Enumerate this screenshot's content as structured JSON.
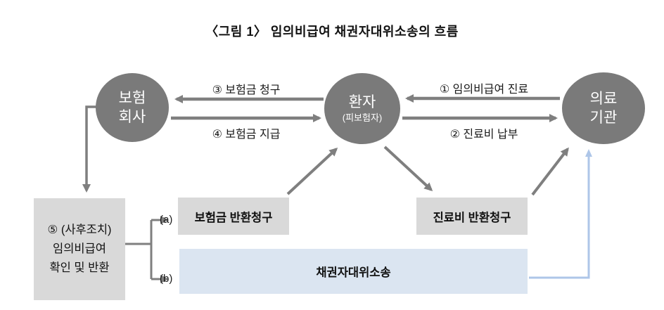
{
  "title": "〈그림 1〉 임의비급여 채권자대위소송의 흐름",
  "nodes": {
    "insurance": {
      "line1": "보험",
      "line2": "회사"
    },
    "patient": {
      "main": "환자",
      "sub": "(피보험자)"
    },
    "hospital": {
      "line1": "의료",
      "line2": "기관"
    }
  },
  "flow_labels": {
    "claim": "③ 보험금 청구",
    "payout": "④ 보험금 지급",
    "treatment": "① 임의비급여 진료",
    "fee_payment": "② 진료비 납부"
  },
  "boxes": {
    "post_measure": {
      "line1": "⑤ (사후조치)",
      "line2": "임의비급여",
      "line3": "확인 및 반환"
    },
    "insurance_refund": "보험금 반환청구",
    "fee_refund": "진료비 반환청구",
    "lawsuit": "채권자대위소송"
  },
  "branches": {
    "a": "(a)",
    "b": "(b)"
  },
  "colors": {
    "node_fill": "#7a7a7a",
    "node_text": "#ffffff",
    "arrow_gray": "#7f7f7f",
    "arrow_blue": "#aec6e8",
    "box_gray": "#d9d9d9",
    "box_blue": "#dbe5f1",
    "text": "#111111"
  }
}
